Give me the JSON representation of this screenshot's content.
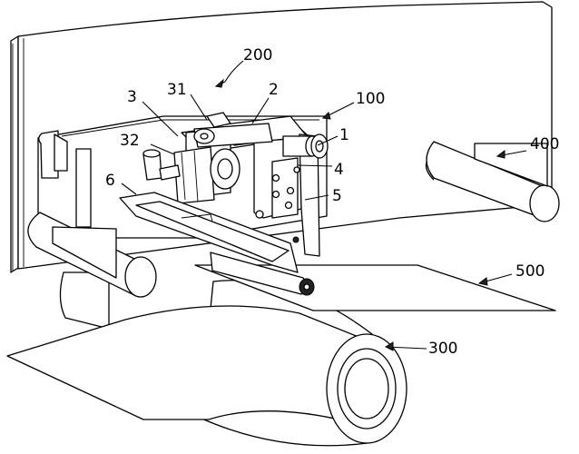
{
  "labels": {
    "l200": "200",
    "l31": "31",
    "l2": "2",
    "l3": "3",
    "l100": "100",
    "l32": "32",
    "l1": "1",
    "l400": "400",
    "l6": "6",
    "l4": "4",
    "l5": "5",
    "l500": "500",
    "l300": "300"
  }
}
